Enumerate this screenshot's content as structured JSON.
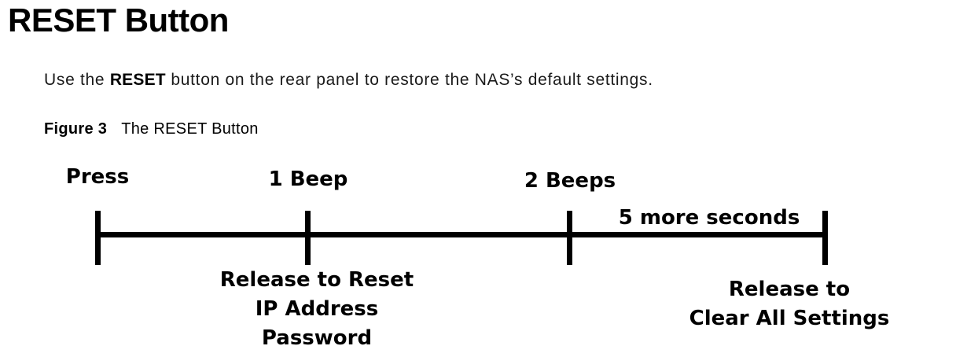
{
  "page": {
    "title": "RESET Button",
    "intro": {
      "pre": "Use the ",
      "bold": "RESET",
      "post": " button on the rear panel to restore the NAS’s default settings."
    },
    "figure": {
      "label": "Figure 3",
      "caption": "The RESET Button"
    },
    "diagram": {
      "line_color": "#000000",
      "milestones": [
        {
          "label": "Press"
        },
        {
          "label": "1 Beep"
        },
        {
          "label": "2 Beeps"
        }
      ],
      "interval_label": "5 more seconds",
      "annotations": {
        "reset_ip": {
          "line1": "Release to Reset",
          "line2": "IP Address",
          "line3": "Password"
        },
        "clear_all": {
          "line1": "Release to",
          "line2": "Clear All Settings"
        }
      }
    }
  }
}
